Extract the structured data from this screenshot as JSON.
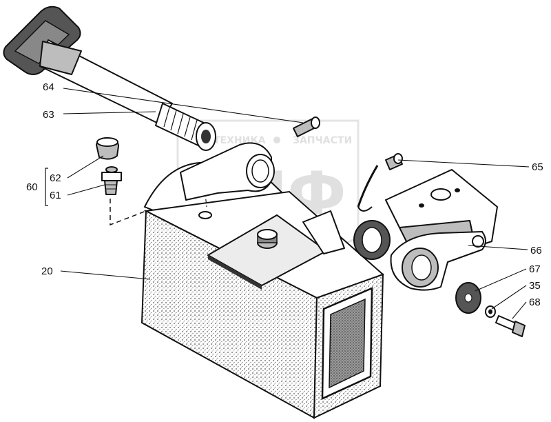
{
  "watermark": {
    "top_text_left": "ТЕХНИКА",
    "top_text_right": "ЗАПЧАСТИ",
    "logo_letters": "ЭПФ"
  },
  "callouts": [
    {
      "id": "64",
      "text": "64"
    },
    {
      "id": "63",
      "text": "63"
    },
    {
      "id": "62",
      "text": "62"
    },
    {
      "id": "60",
      "text": "60"
    },
    {
      "id": "61",
      "text": "61"
    },
    {
      "id": "20",
      "text": "20"
    },
    {
      "id": "65",
      "text": "65"
    },
    {
      "id": "66",
      "text": "66"
    },
    {
      "id": "67",
      "text": "67"
    },
    {
      "id": "35",
      "text": "35"
    },
    {
      "id": "68",
      "text": "68"
    }
  ]
}
